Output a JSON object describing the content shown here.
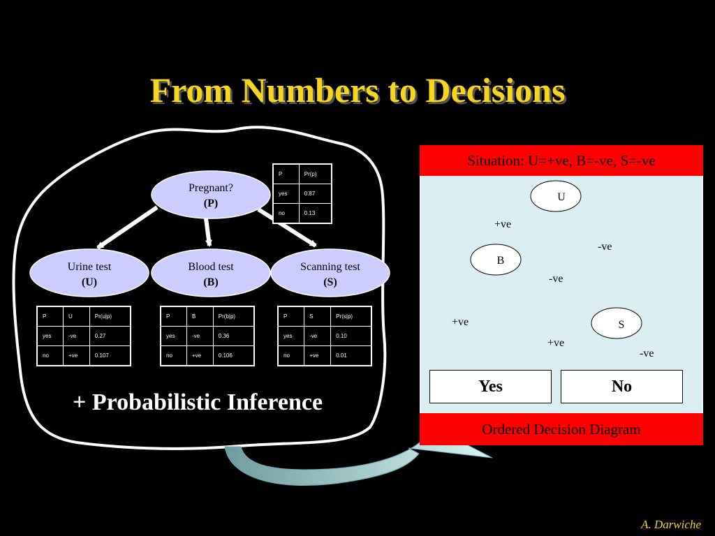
{
  "title": "From Numbers to Decisions",
  "bayes_net": {
    "nodes": {
      "pregnant": {
        "label": "Pregnant?",
        "var": "P"
      },
      "urine": {
        "label": "Urine test",
        "var": "U"
      },
      "blood": {
        "label": "Blood test",
        "var": "B"
      },
      "scanning": {
        "label": "Scanning test",
        "var": "S"
      }
    },
    "cpt_p": {
      "rows": [
        [
          "P",
          "Pr(p)"
        ],
        [
          "yes",
          "0.87"
        ],
        [
          "no",
          "0.13"
        ]
      ]
    },
    "cpt_u": {
      "rows": [
        [
          "P",
          "U",
          "Pr(u|p)"
        ],
        [
          "yes",
          "-ve",
          "0.27"
        ],
        [
          "no",
          "+ve",
          "0.107"
        ]
      ]
    },
    "cpt_b": {
      "rows": [
        [
          "P",
          "B",
          "Pr(b|p)"
        ],
        [
          "yes",
          "-ve",
          "0.36"
        ],
        [
          "no",
          "+ve",
          "0.106"
        ]
      ]
    },
    "cpt_s": {
      "rows": [
        [
          "P",
          "S",
          "Pr(s|p)"
        ],
        [
          "yes",
          "-ve",
          "0.10"
        ],
        [
          "no",
          "+ve",
          "0.01"
        ]
      ]
    }
  },
  "inference_label": "+ Probabilistic Inference",
  "odd": {
    "situation": "Situation: U=+ve, B=-ve, S=-ve",
    "caption": "Ordered Decision Diagram",
    "nodes": {
      "u": "U",
      "b": "B",
      "s": "S"
    },
    "edges": {
      "u_b": "+ve",
      "u_s": "-ve",
      "b_s": "-ve",
      "b_yes": "+ve",
      "s_yes": "+ve",
      "s_no": "-ve"
    },
    "terminals": {
      "yes": "Yes",
      "no": "No"
    }
  },
  "credit": "A. Darwiche",
  "colors": {
    "title": "#f7d51c",
    "node_fill": "#ccccff",
    "highlight": "#ff0000",
    "panel": "#dbeef2",
    "arrow_teal": "#b7e4e4"
  }
}
